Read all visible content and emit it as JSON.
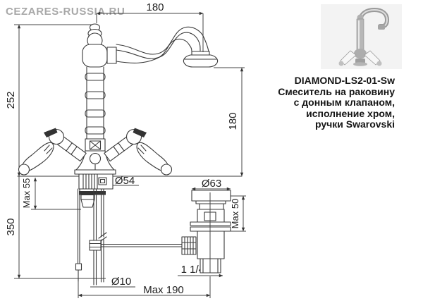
{
  "watermark": "CEZARES-RUSSIA.RU",
  "product": {
    "code": "DIAMOND-LS2-01-Sw",
    "line1": "Смеситель на раковину",
    "line2": "с донным клапаном,",
    "line3": "исполнение хром,",
    "line4": "ручки Swarovski"
  },
  "dimensions": {
    "spout_reach": "180",
    "total_height": "252",
    "spout_height": "180",
    "deck_thickness_max": "Max 55",
    "rod_drop": "350",
    "base_diameter": "Ø54",
    "waste_flange_diameter": "Ø63",
    "waste_deck_max": "Max 50",
    "waste_thread": "1 1/4\"",
    "rod_diameter": "Ø10",
    "drain_reach_max": "Max 190"
  },
  "colors": {
    "line": "#3a3a3a",
    "dimension_text": "#222222",
    "watermark": "#a8a8a8",
    "photo_background": "#f3f3f3",
    "product_text": "#151515"
  }
}
